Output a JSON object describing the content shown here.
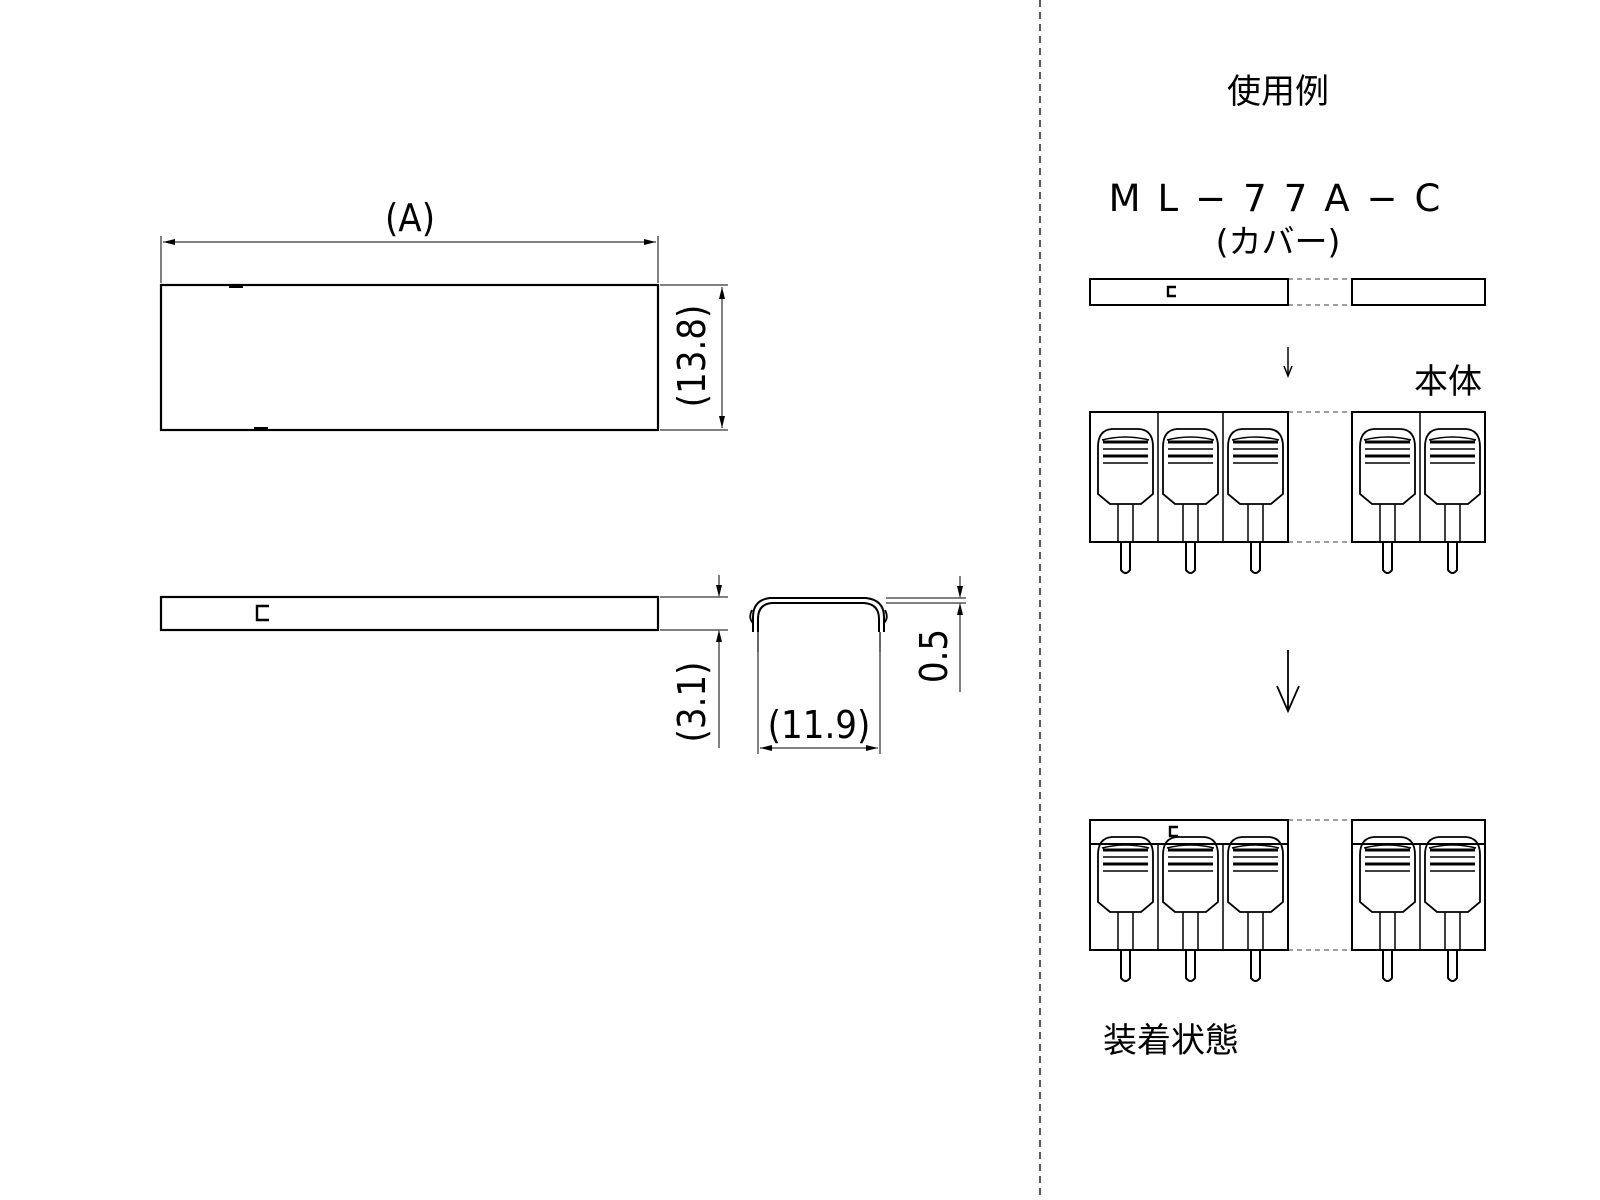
{
  "left": {
    "dim_a": "(A)",
    "dim_height": "(13.8)",
    "dim_thickness": "(3.1)",
    "dim_width": "(11.9)",
    "dim_wall": "0.5"
  },
  "right": {
    "title": "使用例",
    "model": "ML−77A−C",
    "model_sub": "(カバー)",
    "body_label": "本体",
    "mounted_label": "装着状態"
  }
}
